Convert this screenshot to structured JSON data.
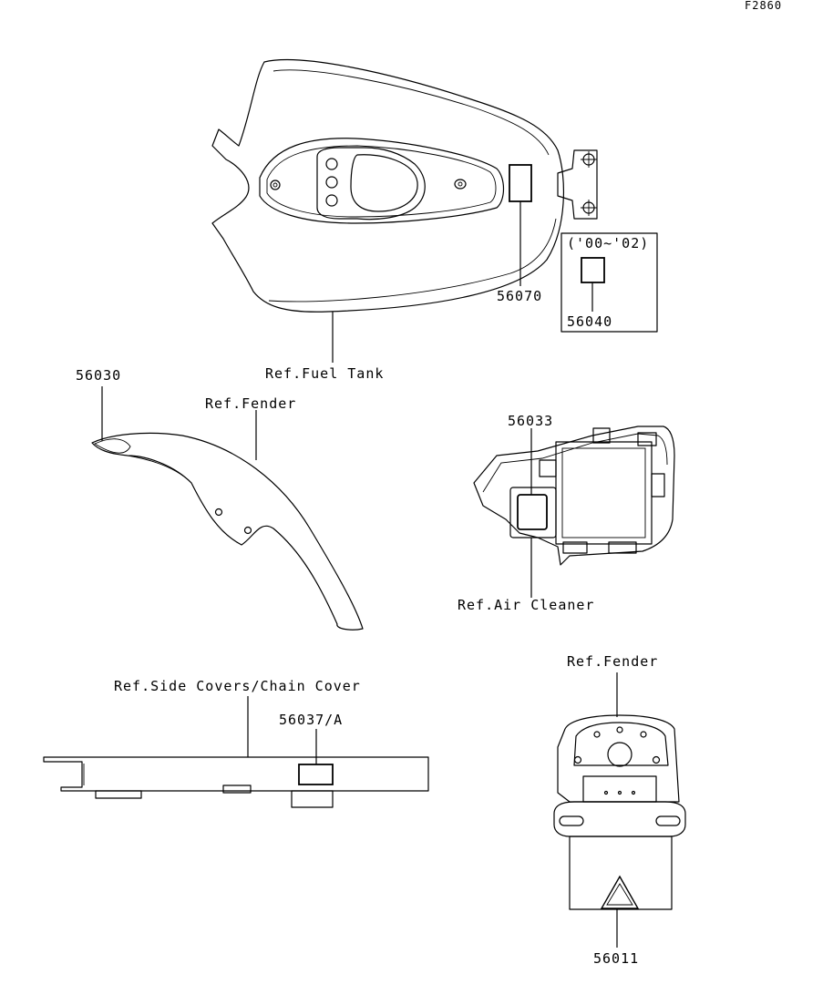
{
  "figure_code": "F2860",
  "labels": {
    "fuel_tank_label_part": "56070",
    "variant_years": "('00~'02)",
    "variant_label_part": "56040",
    "ref_fuel_tank": "Ref.Fuel Tank",
    "front_fender_label_part": "56030",
    "ref_front_fender": "Ref.Fender",
    "air_cleaner_label_part": "56033",
    "ref_air_cleaner": "Ref.Air Cleaner",
    "ref_side_covers": "Ref.Side Covers/Chain Cover",
    "chain_cover_label_part": "56037/A",
    "ref_rear_fender": "Ref.Fender",
    "warning_label_part": "56011"
  },
  "colors": {
    "line": "#000000",
    "background": "#ffffff"
  }
}
